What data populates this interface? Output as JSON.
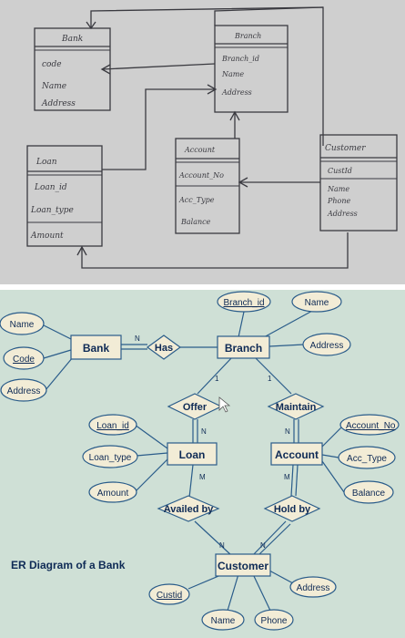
{
  "sketch": {
    "tables": {
      "bank": {
        "title": "Bank",
        "fields": [
          "code",
          "Name",
          "Address"
        ]
      },
      "branch": {
        "title": "Branch",
        "fields": [
          "Branch_id",
          "Name",
          "Address"
        ]
      },
      "loan": {
        "title": "Loan",
        "fields": [
          "Loan_id",
          "Loan_type",
          "Amount"
        ]
      },
      "account": {
        "title": "Account",
        "fields": [
          "Account_No",
          "Acc_Type",
          "Balance"
        ]
      },
      "customer": {
        "title": "Customer",
        "fields": [
          "CustId",
          "Name",
          "Phone",
          "Address"
        ]
      }
    }
  },
  "er": {
    "caption": "ER Diagram of a Bank",
    "entities": {
      "bank": "Bank",
      "branch": "Branch",
      "loan": "Loan",
      "account": "Account",
      "customer": "Customer"
    },
    "relationships": {
      "has": "Has",
      "offer": "Offer",
      "maintain": "Maintain",
      "availed_by": "Availed by",
      "hold_by": "Hold by"
    },
    "attributes": {
      "bank_name": "Name",
      "bank_code": "Code",
      "bank_address": "Address",
      "branch_id": "Branch_id",
      "branch_name": "Name",
      "branch_address": "Address",
      "loan_id": "Loan_id",
      "loan_type": "Loan_type",
      "loan_amount": "Amount",
      "account_no": "Account_No",
      "acc_type": "Acc_Type",
      "balance": "Balance",
      "custid": "Custid",
      "customer_address": "Address",
      "customer_name": "Name",
      "customer_phone": "Phone"
    },
    "cardinalities": {
      "has_n": "N",
      "offer_1": "1",
      "offer_n": "N",
      "maintain_1": "1",
      "maintain_n": "N",
      "availed_m": "M",
      "availed_n": "N",
      "hold_m": "M",
      "hold_n": "N"
    },
    "colors": {
      "background": "#cfe0d6",
      "entity_fill": "#f2ecd6",
      "line": "#2a5c8a",
      "text": "#0e2a55"
    }
  }
}
